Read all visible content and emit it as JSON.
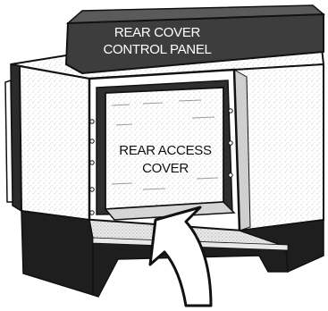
{
  "labels": {
    "control_panel_line1": "REAR COVER",
    "control_panel_line2": "CONTROL PANEL",
    "access_cover_line1": "REAR ACCESS",
    "access_cover_line2": "COVER"
  },
  "colors": {
    "panel_fill": "#3d3d3d",
    "outline": "#111111",
    "base_fill": "#1e1e1e",
    "speckle": "#bdbdbd",
    "panel_text": "#ffffff",
    "body_text": "#111111"
  },
  "icons": [
    "arrow-up-icon"
  ]
}
